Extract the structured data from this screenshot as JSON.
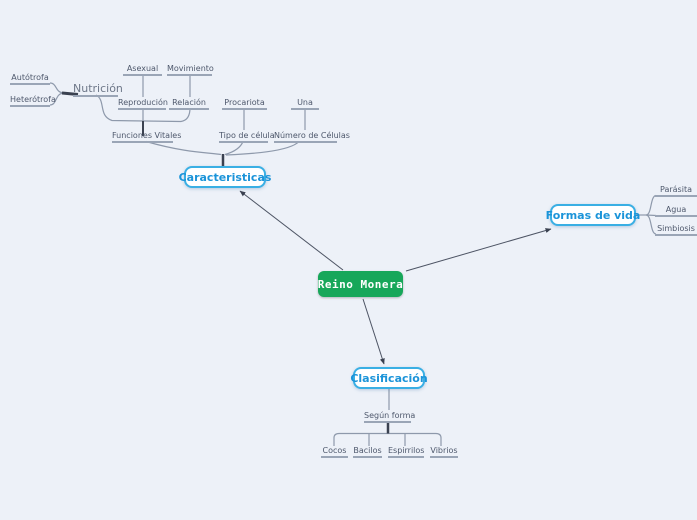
{
  "title": "Reino Monera mind map",
  "colors": {
    "background": "#EDF1F8",
    "root_fill": "#17A75A",
    "root_text": "#FFFFFF",
    "topic_border": "#3AAFE4",
    "topic_text": "#1B94D9",
    "line": "#8E99AB",
    "line_dark": "#3A4150",
    "edge": "#4D5464",
    "label_text": "#4E586C",
    "underline": "#9AA5B6"
  },
  "nodes": {
    "root": "Reino Monera",
    "caracteristicas": "Caracteristicas",
    "formas_de_vida": "Formas de vida",
    "clasificacion": "Clasificación",
    "nutricion": "Nutrición",
    "autotrofa": "Autótrofa",
    "heterotrofa": "Heterótrofa",
    "asexual": "Asexual",
    "movimiento": "Movimiento",
    "reproducion": "Reprodución",
    "relacion": "Relación",
    "funciones_vitales": "Funciones Vitales",
    "procariota": "Procariota",
    "una": "Una",
    "tipo_de_celula": "Tipo de célula",
    "numero_de_celulas": "Número de Células",
    "parasita": "Parásita",
    "agua": "Agua",
    "simbiosis": "Simbiosis",
    "segun_forma": "Según forma",
    "cocos": "Cocos",
    "bacilos": "Bacilos",
    "espirrilos": "Espirrilos",
    "vibrios": "Vibrios"
  },
  "hierarchy": {
    "root": "Reino Monera",
    "children": [
      {
        "topic": "Caracteristicas",
        "children": [
          {
            "topic": "Funciones Vitales",
            "children": [
              {
                "topic": "Nutrición",
                "children": [
                  "Autótrofa",
                  "Heterótrofa"
                ]
              },
              {
                "topic": "Reprodución",
                "children": [
                  "Asexual"
                ]
              },
              {
                "topic": "Relación",
                "children": [
                  "Movimiento"
                ]
              }
            ]
          },
          {
            "topic": "Tipo de célula",
            "children": [
              "Procariota"
            ]
          },
          {
            "topic": "Número de Células",
            "children": [
              "Una"
            ]
          }
        ]
      },
      {
        "topic": "Formas de vida",
        "children": [
          "Parásita",
          "Agua",
          "Simbiosis"
        ]
      },
      {
        "topic": "Clasificación",
        "children": [
          {
            "topic": "Según forma",
            "children": [
              "Cocos",
              "Bacilos",
              "Espirrilos",
              "Vibrios"
            ]
          }
        ]
      }
    ]
  }
}
